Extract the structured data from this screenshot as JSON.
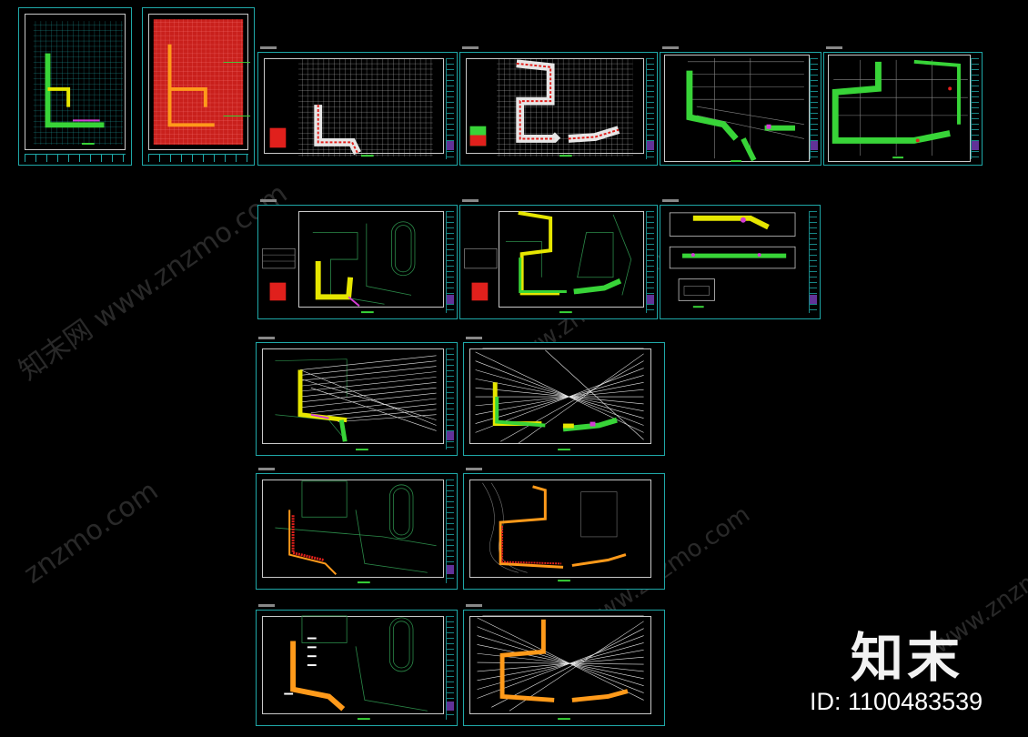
{
  "brand": {
    "logo_text": "知末",
    "id_label": "ID: 1100483539"
  },
  "watermarks": [
    "知末网 www.znzmo.com",
    "znzmo.com",
    "www.znzmo.com"
  ],
  "colors": {
    "background": "#000000",
    "frame": "#1fa8a8",
    "plan_green": "#38d438",
    "plan_yellow": "#e6e600",
    "plan_orange": "#ff9a1a",
    "plan_red": "#e0201c",
    "plan_magenta": "#d43cd4"
  }
}
